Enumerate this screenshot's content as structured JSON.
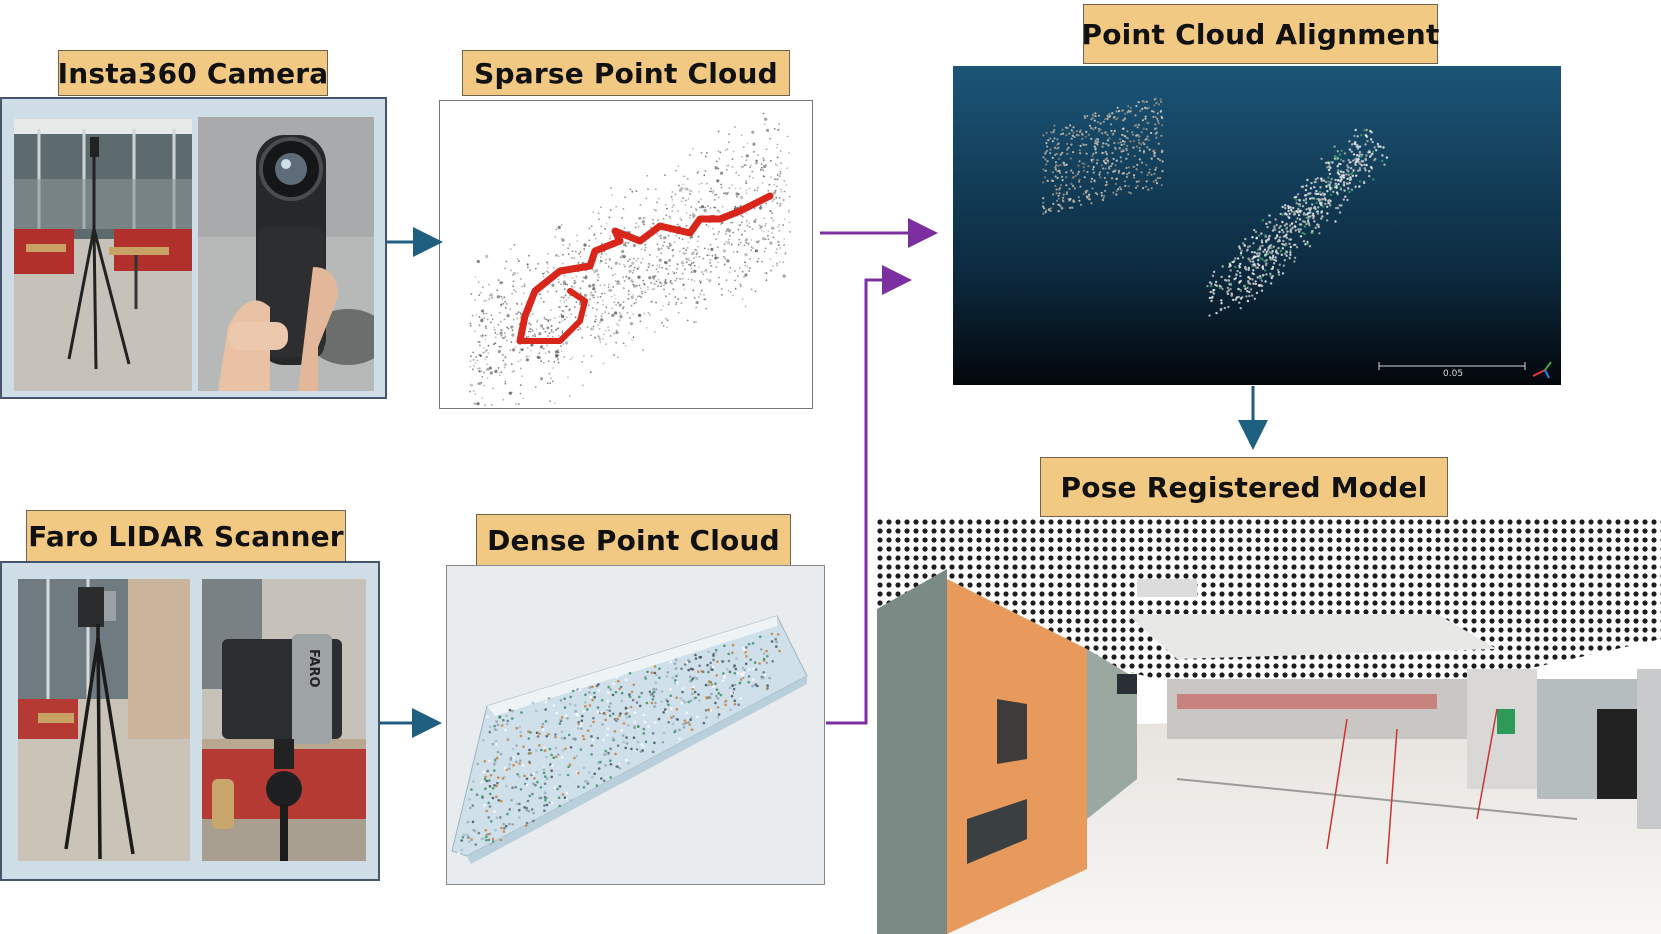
{
  "labels": {
    "insta360": "Insta360 Camera",
    "sparse": "Sparse Point Cloud",
    "alignment": "Point Cloud Alignment",
    "pose": "Pose Registered Model",
    "faro": "Faro LIDAR Scanner",
    "dense": "Dense Point Cloud"
  },
  "scale_bar_value": "0.05",
  "colors": {
    "label_fill": "#f2c982",
    "frame_fill": "#cfdde6",
    "arrow_blue": "#1f5f80",
    "arrow_purple": "#7b2fa0",
    "trajectory_red": "#d8261b"
  }
}
